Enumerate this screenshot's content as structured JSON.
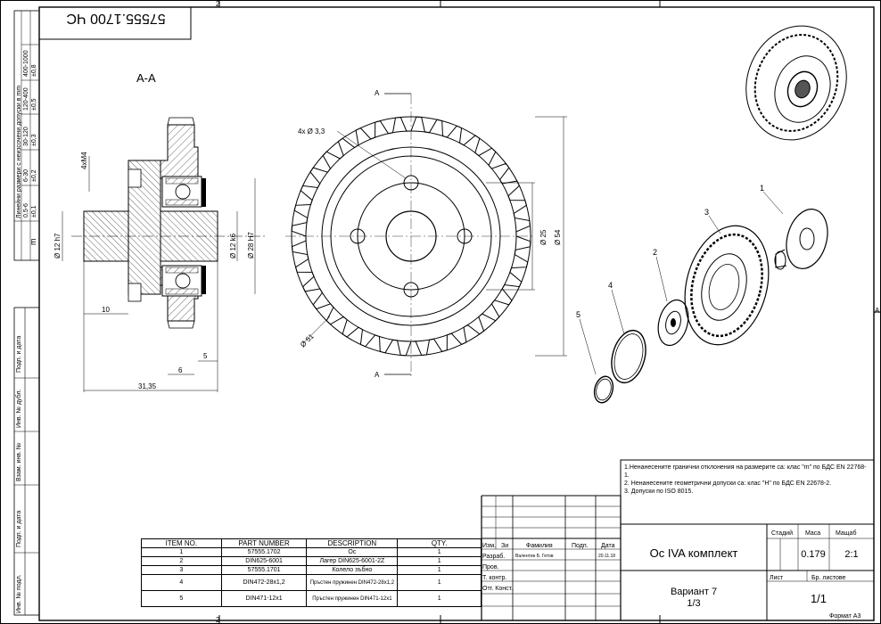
{
  "border_marks": {
    "top_left": "2",
    "bottom_left": "2",
    "right": "A"
  },
  "drawing_number_box": "57555.1700 ЧС",
  "section_label": "A-A",
  "cut_marker": "A",
  "dims_section": {
    "thread": "4xM4",
    "d12h7": "Ø 12 h7",
    "d12k6": "Ø 12 k6",
    "d28H7": "Ø 28 H7",
    "l10": "10",
    "l5": "5",
    "l6": "6",
    "l3135": "31,35"
  },
  "dims_front": {
    "holes": "4x Ø 3,3",
    "d25": "Ø 25",
    "d54": "Ø 54",
    "d51": "Ø 51"
  },
  "balloons": [
    "1",
    "2",
    "3",
    "4",
    "5"
  ],
  "tolerance_table": {
    "title": "Линейни размери с неизсочени допуски в mm",
    "unit": "m",
    "ranges": [
      "0,5-6",
      "6-30",
      "30-120",
      "120-400",
      "400-1000"
    ],
    "values": [
      "±0,1",
      "±0,2",
      "±0,3",
      "±0,5",
      "±0,8"
    ]
  },
  "side_labels": [
    "Подп. и дата",
    "Инв. № дубл.",
    "Взам. инв. №",
    "Подп. и дата",
    "Инв. № подл."
  ],
  "notes": [
    "1.Ненанесените гранични отклонения на размерите са: клас \"m\" по БДС EN 22768-1.",
    "2. Ненанесените геометрични допуски са: клас \"H\" по БДС EN 22678-2.",
    "3. Допуски по ISO 8015."
  ],
  "bom": {
    "headers": [
      "ITEM NO.",
      "PART NUMBER",
      "DESCRIPTION",
      "QTY."
    ],
    "rows": [
      [
        "1",
        "57555.1702",
        "Ос",
        "1"
      ],
      [
        "2",
        "DIN625-6001",
        "Лагер DIN625-6001-2Z",
        "1"
      ],
      [
        "3",
        "57555.1701",
        "Колело зъбно",
        "1"
      ],
      [
        "4",
        "DIN472-28x1,2",
        "Пръстен пружинен DIN472-28x1,2",
        "1"
      ],
      [
        "5",
        "DIN471-12x1",
        "Пръстен пружинен DIN471-12x1",
        "1"
      ]
    ]
  },
  "title_block": {
    "cols": [
      "Изм.",
      "Зи",
      "Фамилия",
      "Подп.",
      "Дата"
    ],
    "rows": [
      "Разраб.",
      "Пров.",
      "Т. контр.",
      "",
      "Отг. Конст."
    ],
    "designer": "Валентин Б. Гетов",
    "date": "20.11.18",
    "title": "Ос IVA комплект",
    "variant": "Вариант 7",
    "variant_sub": "1/3",
    "stage_label": "Стадий",
    "mass_label": "Маса",
    "scale_label": "Мащаб",
    "mass": "0.179",
    "scale": "2:1",
    "sheet_label": "Лист",
    "sheets_label": "Бр. листове",
    "sheets": "1/1",
    "format": "Формат A3"
  }
}
